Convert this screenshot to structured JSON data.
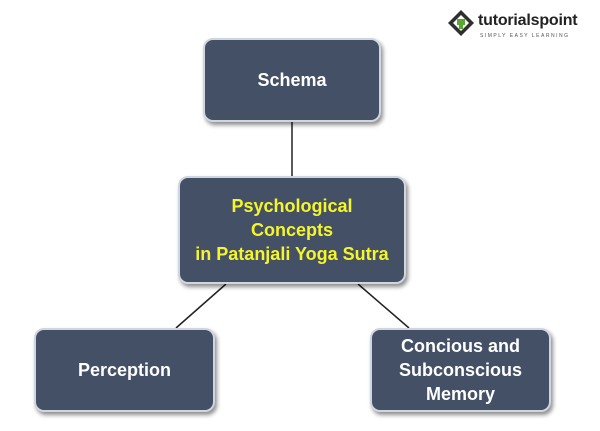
{
  "logo": {
    "brand": "tutorialspoint",
    "tagline": "SIMPLY EASY LEARNING"
  },
  "diagram": {
    "center": {
      "line1": "Psychological Concepts",
      "line2": "in Patanjali Yoga Sutra"
    },
    "top": "Schema",
    "left": "Perception",
    "right": {
      "line1": "Concious and",
      "line2": "Subconscious",
      "line3": "Memory"
    }
  },
  "colors": {
    "node_fill": "#435065",
    "node_border": "#cfd6e0",
    "center_text": "#f5f52a",
    "text": "#ffffff",
    "connector": "#222222"
  }
}
